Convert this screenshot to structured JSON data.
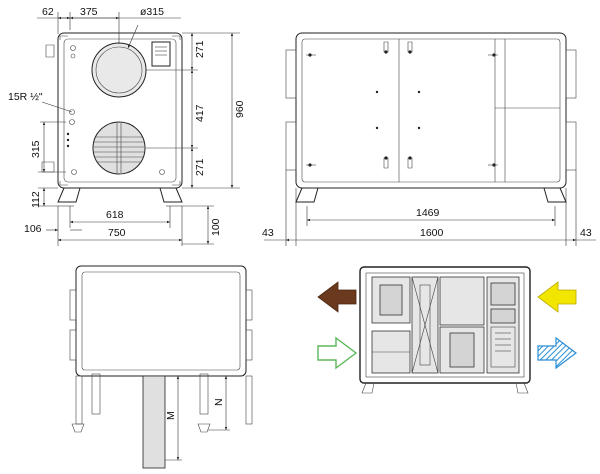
{
  "front_view": {
    "dims": {
      "d62": "62",
      "d375": "375",
      "d315_diameter": "ø315",
      "thread": "15R ½\"",
      "d271_top": "271",
      "d417": "417",
      "d960": "960",
      "d271_bottom": "271",
      "d315_side": "315",
      "d112": "112",
      "d618": "618",
      "d106": "106",
      "d750": "750",
      "d100": "100"
    }
  },
  "side_view": {
    "dims": {
      "d1469": "1469",
      "d1600": "1600",
      "d43_left": "43",
      "d43_right": "43"
    }
  },
  "top_view": {
    "dims": {
      "m": "M",
      "n": "N"
    }
  },
  "airflow_view": {
    "arrows": [
      {
        "name": "extract-out",
        "color": "#6b3a1e"
      },
      {
        "name": "supply-in",
        "color": "#f2e600"
      },
      {
        "name": "fresh-in",
        "color": "#5cb85c"
      },
      {
        "name": "exhaust-out",
        "color": "#2a8fd6"
      }
    ]
  }
}
